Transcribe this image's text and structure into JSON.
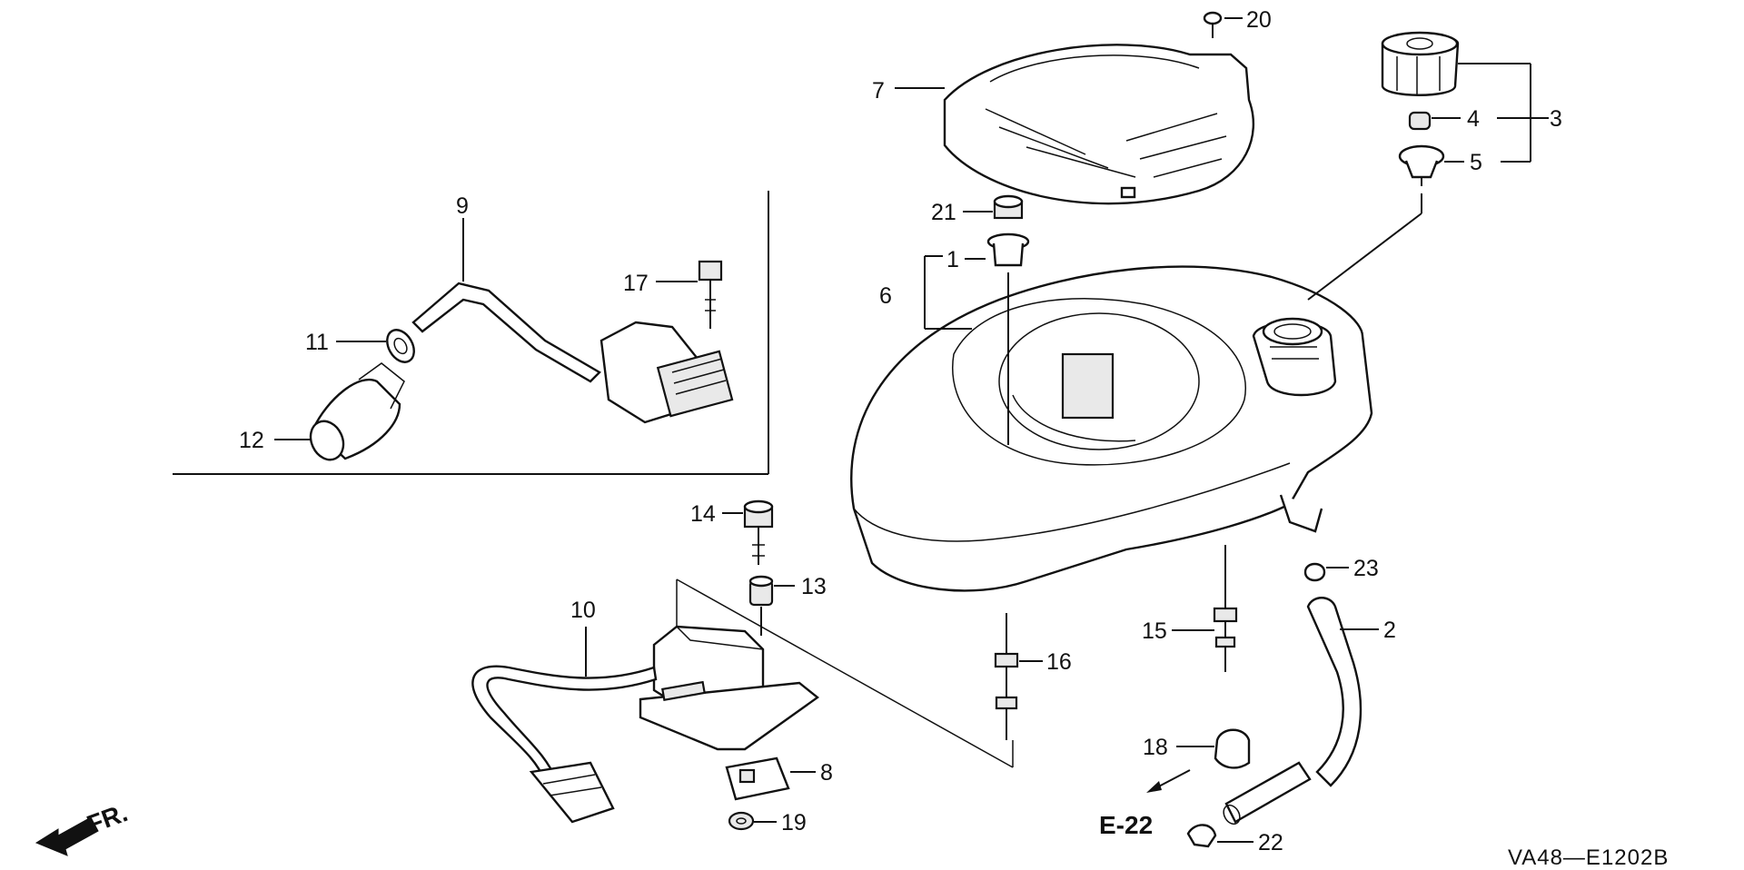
{
  "diagram": {
    "code": "VA48—E1202B",
    "front_indicator": "FR.",
    "reference": "E-22",
    "callouts": {
      "c1": "1",
      "c2": "2",
      "c3": "3",
      "c4": "4",
      "c5": "5",
      "c6": "6",
      "c7": "7",
      "c8": "8",
      "c9": "9",
      "c10": "10",
      "c11": "11",
      "c12": "12",
      "c13": "13",
      "c14": "14",
      "c15": "15",
      "c16": "16",
      "c17": "17",
      "c18": "18",
      "c19": "19",
      "c20": "20",
      "c21": "21",
      "c22": "22",
      "c23": "23"
    }
  }
}
